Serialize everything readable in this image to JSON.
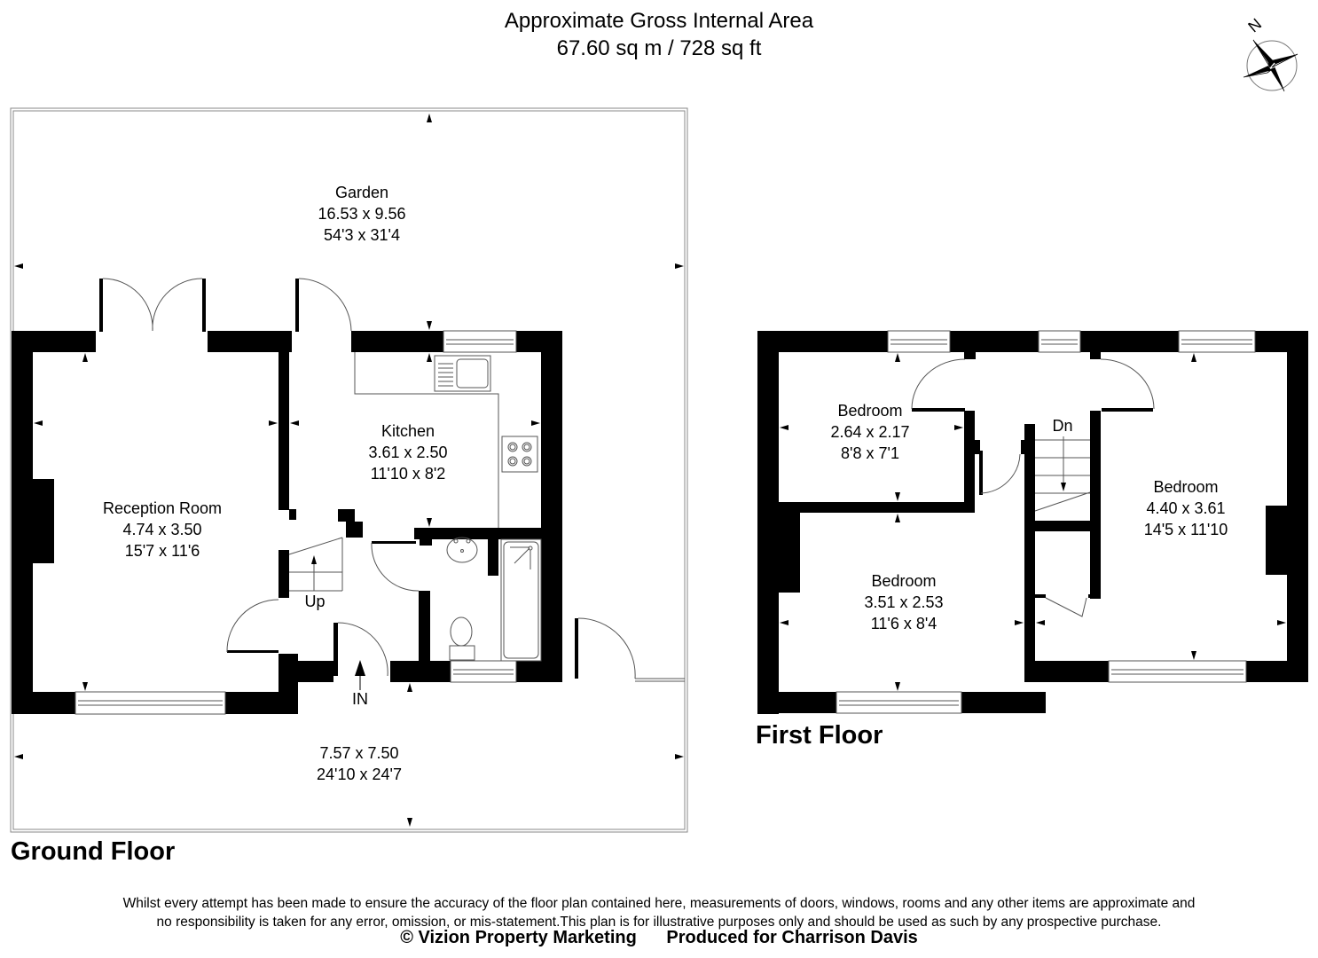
{
  "header": {
    "title": "Approximate Gross Internal Area",
    "area": "67.60 sq m / 728 sq ft"
  },
  "compass": {
    "label": "N",
    "icon": "compass-rose-icon"
  },
  "ground_floor": {
    "title": "Ground Floor",
    "rooms": [
      {
        "name": "Garden",
        "metric": "16.53 x 9.56",
        "imperial": "54'3 x 31'4"
      },
      {
        "name": "Kitchen",
        "metric": "3.61 x 2.50",
        "imperial": "11'10 x 8'2"
      },
      {
        "name": "Reception Room",
        "metric": "4.74 x 3.50",
        "imperial": "15'7 x 11'6"
      },
      {
        "name": "",
        "metric": "7.57 x 7.50",
        "imperial": "24'10 x 24'7"
      }
    ],
    "stairs_label": "Up",
    "entrance_label": "IN"
  },
  "first_floor": {
    "title": "First Floor",
    "rooms": [
      {
        "name": "Bedroom",
        "metric": "2.64 x 2.17",
        "imperial": "8'8 x 7'1"
      },
      {
        "name": "Bedroom",
        "metric": "3.51 x 2.53",
        "imperial": "11'6 x 8'4"
      },
      {
        "name": "Bedroom",
        "metric": "4.40 x 3.61",
        "imperial": "14'5 x 11'10"
      }
    ],
    "stairs_label": "Dn"
  },
  "footer": {
    "disclaimer_line1": "Whilst every attempt has been made to ensure the accuracy of the floor plan contained here, measurements of doors, windows, rooms and any other items are approximate and",
    "disclaimer_line2": "no responsibility is taken for any error, omission, or mis-statement.This plan is for illustrative purposes only and should be used as such by any prospective purchase.",
    "copyright": "© Vizion Property Marketing",
    "produced_for": "Produced for Charrison Davis"
  },
  "colors": {
    "wall": "#000000",
    "line": "#555555",
    "background": "#ffffff"
  }
}
